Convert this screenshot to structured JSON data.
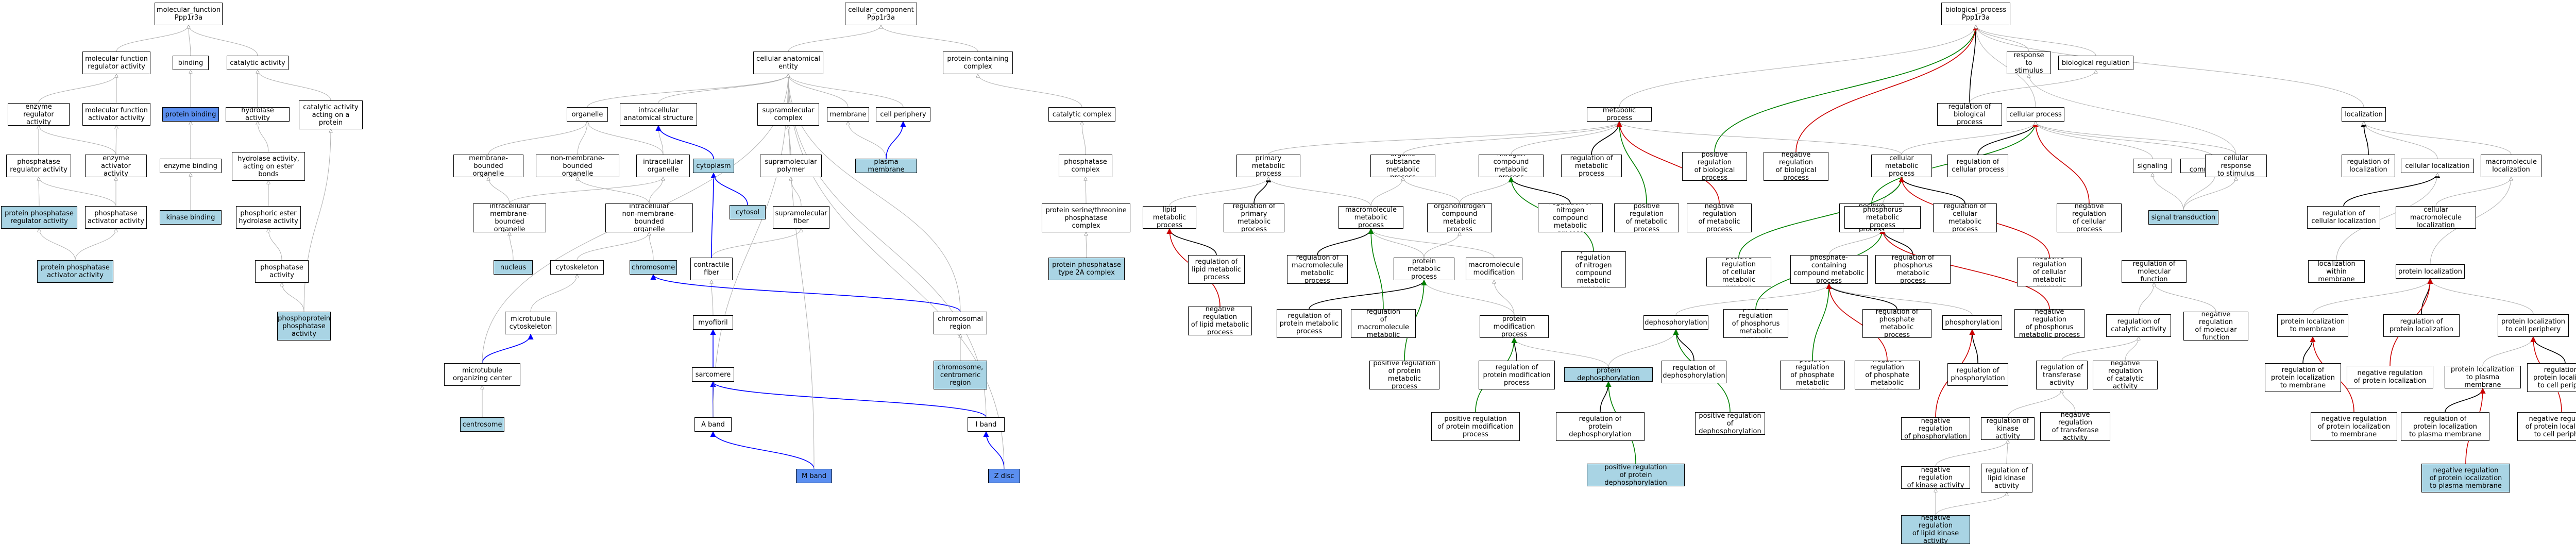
{
  "colors": {
    "is_a_edge": "#b0b0b0",
    "part_of_edge": "#0000ff",
    "regulates_edge": "#000000",
    "positively_regulates_edge": "#008000",
    "negatively_regulates_edge": "#cc0000",
    "highlight_light": "#a9d4e4",
    "highlight_strong": "#5b8ff0",
    "node_border": "#000000"
  },
  "nodes": {
    "mf_root": "molecular_function\nPpp1r3a",
    "cc_root": "cellular_component\nPpp1r3a",
    "bp_root": "biological_process\nPpp1r3a",
    "mf_regulator": "molecular function\nregulator activity",
    "binding": "binding",
    "catalytic_activity": "catalytic activity",
    "enzyme_regulator": "enzyme regulator\nactivity",
    "mf_activator": "molecular function\nactivator activity",
    "protein_binding": "protein binding",
    "hydrolase": "hydrolase activity",
    "catalytic_on_protein": "catalytic activity\nacting on a\nprotein",
    "phosphatase_regulator": "phosphatase\nregulator activity",
    "enzyme_activator": "enzyme activator\nactivity",
    "enzyme_binding": "enzyme binding",
    "hydrolase_ester": "hydrolase activity,\nacting on ester\nbonds",
    "pp_regulator": "protein phosphatase\nregulator activity",
    "phosphatase_activator": "phosphatase\nactivator activity",
    "kinase_binding": "kinase binding",
    "phosphoric_ester": "phosphoric ester\nhydrolase activity",
    "pp_activator": "protein phosphatase\nactivator activity",
    "phosphatase_activity": "phosphatase\nactivity",
    "phosphoprotein_phosphatase": "phosphoprotein\nphosphatase\nactivity",
    "cellular_anatomical": "cellular anatomical\nentity",
    "protein_complex": "protein-containing\ncomplex",
    "organelle": "organelle",
    "intracellular_structure": "intracellular\nanatomical structure",
    "supramolecular_complex": "supramolecular\ncomplex",
    "membrane": "membrane",
    "cell_periphery": "cell periphery",
    "catalytic_complex": "catalytic complex",
    "membrane_bounded": "membrane-bounded\norganelle",
    "non_membrane_bounded": "non-membrane-bounded\norganelle",
    "intracellular_organelle": "intracellular\norganelle",
    "cytoplasm": "cytoplasm",
    "supramolecular_polymer": "supramolecular\npolymer",
    "plasma_membrane": "plasma membrane",
    "phosphatase_complex": "phosphatase\ncomplex",
    "intra_membrane_bounded": "intracellular\nmembrane-bounded\norganelle",
    "intra_non_membrane_bounded": "intracellular\nnon-membrane-bounded\norganelle",
    "cytosol": "cytosol",
    "supramolecular_fiber": "supramolecular\nfiber",
    "pp_complex": "protein serine/threonine\nphosphatase\ncomplex",
    "nucleus": "nucleus",
    "cytoskeleton": "cytoskeleton",
    "chromosome": "chromosome",
    "contractile_fiber": "contractile\nfiber",
    "pp2a_complex": "protein phosphatase\ntype 2A complex",
    "microtubule_cytoskeleton": "microtubule\ncytoskeleton",
    "myofibril": "myofibril",
    "chromosomal_region": "chromosomal\nregion",
    "mtoc": "microtubule\norganizing center",
    "sarcomere": "sarcomere",
    "chromosome_centromeric": "chromosome,\ncentromeric\nregion",
    "centrosome": "centrosome",
    "a_band": "A band",
    "i_band": "I band",
    "m_band": "M band",
    "z_disc": "Z disc",
    "response_stimulus": "response to\nstimulus",
    "biological_regulation": "biological regulation",
    "metabolic_process": "metabolic process",
    "pos_reg_bp": "positive regulation\nof biological\nprocess",
    "neg_reg_bp": "negative regulation\nof biological\nprocess",
    "reg_bp": "regulation of\nbiological process",
    "cellular_process": "cellular process",
    "localization": "localization",
    "primary_metabolic": "primary metabolic\nprocess",
    "organic_substance": "organic substance\nmetabolic process",
    "nitrogen_compound": "nitrogen compound\nmetabolic process",
    "reg_metabolic": "regulation of\nmetabolic process",
    "pos_reg_cellular": "positive regulation\nof cellular\nprocess",
    "cellular_metabolic": "cellular metabolic\nprocess",
    "reg_cellular": "regulation of\ncellular process",
    "signaling": "signaling",
    "cell_communication": "cell communication",
    "cellular_response": "cellular response\nto stimulus",
    "reg_localization": "regulation of\nlocalization",
    "cellular_localization": "cellular localization",
    "macromolecule_localization": "macromolecule\nlocalization",
    "lipid_metabolic": "lipid metabolic\nprocess",
    "reg_primary_metabolic": "regulation of\nprimary metabolic\nprocess",
    "macromolecule_metabolic": "macromolecule\nmetabolic process",
    "organonitrogen": "organonitrogen\ncompound metabolic\nprocess",
    "reg_nitrogen": "regulation of\nnitrogen compound\nmetabolic process",
    "pos_reg_metabolic": "positive regulation\nof metabolic\nprocess",
    "neg_reg_metabolic": "negative regulation\nof metabolic\nprocess",
    "phosphorus_metabolic": "phosphorus metabolic\nprocess",
    "reg_cellular_metabolic": "regulation of\ncellular metabolic\nprocess",
    "neg_reg_cellular": "negative regulation\nof cellular\nprocess",
    "signal_transduction": "signal transduction",
    "reg_cellular_localization": "regulation of\ncellular localization",
    "cellular_macromolecule_localization": "cellular macromolecule\nlocalization",
    "reg_lipid_metabolic": "regulation of\nlipid metabolic\nprocess",
    "reg_macromolecule_metabolic": "regulation of\nmacromolecule\nmetabolic process",
    "protein_metabolic": "protein metabolic\nprocess",
    "macromolecule_modification": "macromolecule\nmodification",
    "pos_reg_nitrogen": "positive regulation\nof nitrogen\ncompound metabolic\nprocess",
    "pos_reg_cellular_metabolic": "positive regulation\nof cellular\nmetabolic process",
    "phosphate_containing": "phosphate-containing\ncompound metabolic\nprocess",
    "reg_phosphorus": "regulation of\nphosphorus metabolic\nprocess",
    "neg_reg_cellular_metabolic": "negative regulation\nof cellular\nmetabolic process",
    "reg_molecular_function": "regulation of\nmolecular function",
    "localization_in_membrane": "localization\nwithin membrane",
    "protein_localization": "protein localization",
    "neg_reg_lipid_metabolic": "negative regulation\nof lipid metabolic\nprocess",
    "reg_protein_metabolic": "regulation of\nprotein metabolic\nprocess",
    "pos_reg_macromolecule_metabolic": "positive regulation\nof macromolecule\nmetabolic process",
    "protein_modification": "protein modification\nprocess",
    "dephosphorylation": "dephosphorylation",
    "pos_reg_phosphorus": "positive regulation\nof phosphorus\nmetabolic process",
    "reg_phosphate": "regulation of\nphosphate metabolic\nprocess",
    "phosphorylation": "phosphorylation",
    "neg_reg_phosphorus": "negative regulation\nof phosphorus\nmetabolic process",
    "reg_catalytic": "regulation of\ncatalytic activity",
    "neg_reg_molecular": "negative regulation\nof molecular\nfunction",
    "protein_localization_membrane": "protein localization\nto membrane",
    "reg_protein_localization": "regulation of\nprotein localization",
    "protein_localization_periphery": "protein localization\nto cell periphery",
    "pos_reg_protein_metabolic": "positive regulation\nof protein metabolic\nprocess",
    "reg_protein_modification": "regulation of\nprotein modification\nprocess",
    "protein_dephosphorylation": "protein dephosphorylation",
    "reg_dephosphorylation": "regulation of\ndephosphorylation",
    "pos_reg_phosphate": "positive regulation\nof phosphate\nmetabolic process",
    "neg_reg_phosphate": "negative regulation\nof phosphate\nmetabolic process",
    "reg_phosphorylation": "regulation of\nphosphorylation",
    "reg_transferase": "regulation of\ntransferase\nactivity",
    "neg_reg_catalytic": "negative regulation\nof catalytic\nactivity",
    "reg_protein_localization_membrane": "regulation of\nprotein localization\nto membrane",
    "neg_reg_protein_localization": "negative regulation\nof protein localization",
    "protein_localization_plasma": "protein localization\nto plasma membrane",
    "reg_protein_localization_periphery": "regulation of\nprotein localization\nto cell periphery",
    "pos_reg_protein_modification": "positive regulation\nof protein modification\nprocess",
    "reg_protein_dephosphorylation": "regulation of\nprotein dephosphorylation",
    "pos_reg_dephosphorylation": "positive regulation\nof dephosphorylation",
    "neg_reg_phosphorylation": "negative regulation\nof phosphorylation",
    "reg_kinase": "regulation of\nkinase activity",
    "neg_reg_transferase": "negative regulation\nof transferase\nactivity",
    "neg_reg_protein_localization_membrane": "negative regulation\nof protein localization\nto membrane",
    "reg_protein_localization_plasma": "regulation of\nprotein localization\nto plasma membrane",
    "neg_reg_protein_localization_periphery": "negative regulation\nof protein localization\nto cell periphery",
    "pos_reg_protein_dephosphorylation": "positive regulation\nof protein dephosphorylation",
    "neg_reg_kinase": "negative regulation\nof kinase activity",
    "reg_lipid_kinase": "regulation of\nlipid kinase\nactivity",
    "neg_reg_protein_localization_plasma": "negative regulation\nof protein localization\nto plasma membrane",
    "neg_reg_lipid_kinase": "negative regulation\nof lipid kinase\nactivity"
  }
}
